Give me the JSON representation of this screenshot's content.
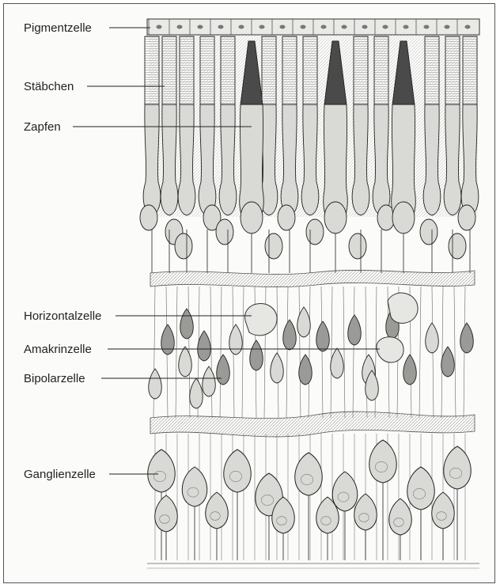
{
  "figure": {
    "labels": [
      {
        "id": "pigment",
        "text": "Pigmentzelle"
      },
      {
        "id": "rods",
        "text": "Stäbchen"
      },
      {
        "id": "cones",
        "text": "Zapfen"
      },
      {
        "id": "horizontal",
        "text": "Horizontalzelle"
      },
      {
        "id": "amacrine",
        "text": "Amakrinzelle"
      },
      {
        "id": "bipolar",
        "text": "Bipolarzelle"
      },
      {
        "id": "ganglion",
        "text": "Ganglienzelle"
      }
    ]
  },
  "colors": {
    "ink": "#222222",
    "cell_fill": "#d9d9d6",
    "dark_fill": "#4a4a4a",
    "frame": "#555555"
  }
}
